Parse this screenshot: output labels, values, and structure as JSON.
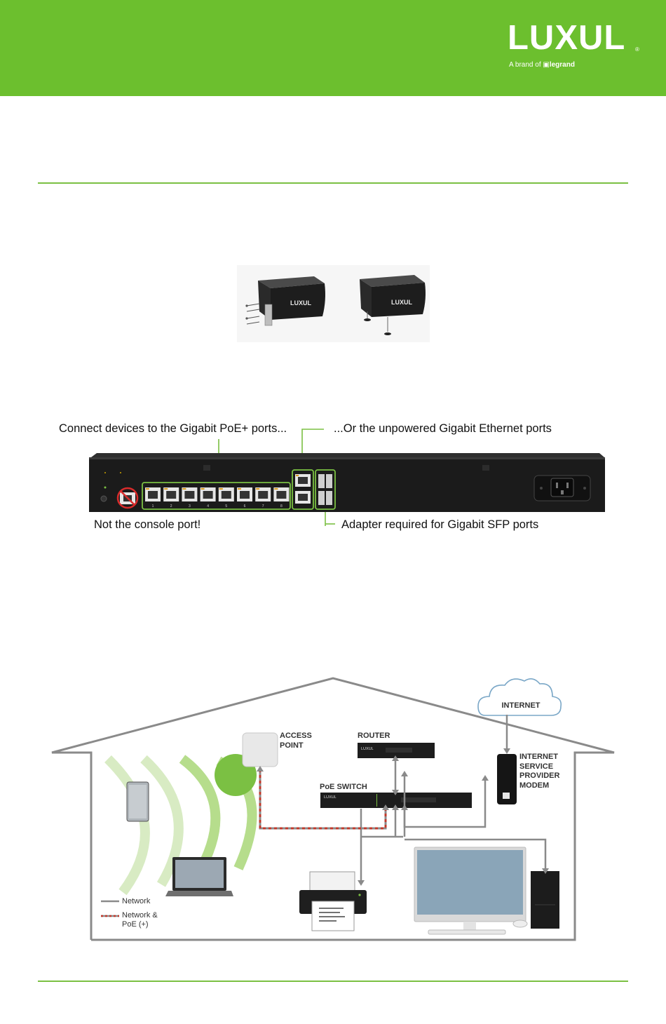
{
  "brand": {
    "name": "LUXUL",
    "registered": "®",
    "tagline_prefix": "A brand of",
    "tagline_brand": "legrand",
    "header_color": "#6cbf2e",
    "rule_color": "#7bc043"
  },
  "mount_figure": {
    "unit_logo_left": "LUXUL",
    "unit_logo_right": "LUXUL"
  },
  "switch_figure": {
    "callouts": {
      "poe_ports": "Connect devices to the Gigabit PoE+ ports...",
      "ethernet_ports": "...Or the unpowered Gigabit Ethernet ports",
      "console_port": "Not the console port!",
      "sfp_ports": "Adapter required for Gigabit SFP ports"
    },
    "port_numbers": [
      "1",
      "2",
      "3",
      "4",
      "5",
      "6",
      "7",
      "8"
    ],
    "highlight_color": "#7bc043",
    "warning_color": "#d92b2b"
  },
  "network_diagram": {
    "internet": "INTERNET",
    "access_point": [
      "ACCESS",
      "POINT"
    ],
    "router": "ROUTER",
    "poe_switch": "PoE SWITCH",
    "modem": [
      "INTERNET",
      "SERVICE",
      "PROVIDER",
      "MODEM"
    ],
    "device_logo": "LUXUL",
    "legend": {
      "network": "Network",
      "network_poe": [
        "Network &",
        "PoE (+)"
      ]
    },
    "colors": {
      "network_line": "#8a8a8a",
      "poe_line": "#c0392b",
      "wifi": "#9fd46b"
    }
  }
}
